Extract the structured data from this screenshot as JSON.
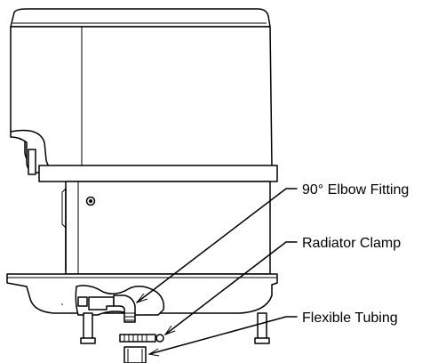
{
  "callouts": {
    "elbow": "90° Elbow Fitting",
    "clamp": "Radiator Clamp",
    "tubing": "Flexible Tubing"
  }
}
